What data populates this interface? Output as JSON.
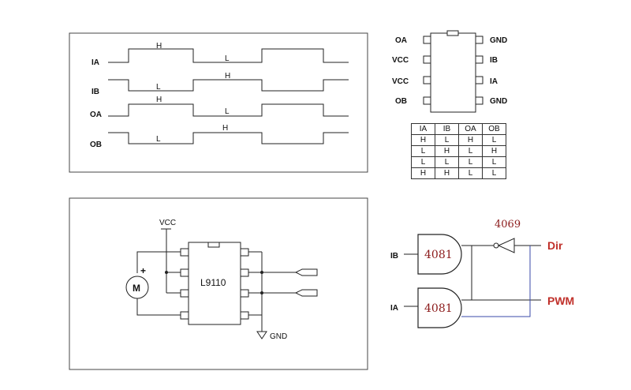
{
  "waveform": {
    "signals": [
      {
        "name": "IA",
        "levels": [
          "H",
          "L"
        ]
      },
      {
        "name": "IB",
        "levels": [
          "L",
          "H"
        ]
      },
      {
        "name": "OA",
        "levels": [
          "H",
          "L"
        ]
      },
      {
        "name": "OB",
        "levels": [
          "L",
          "H"
        ]
      }
    ]
  },
  "chip_pinout": {
    "left_pins": [
      "OA",
      "VCC",
      "VCC",
      "OB"
    ],
    "right_pins": [
      "GND",
      "IB",
      "IA",
      "GND"
    ]
  },
  "truth_table": {
    "headers": [
      "IA",
      "IB",
      "OA",
      "OB"
    ],
    "rows": [
      [
        "H",
        "L",
        "H",
        "L"
      ],
      [
        "L",
        "H",
        "L",
        "H"
      ],
      [
        "L",
        "L",
        "L",
        "L"
      ],
      [
        "H",
        "H",
        "L",
        "L"
      ]
    ]
  },
  "motor_circuit": {
    "vcc_label": "VCC",
    "chip_label": "L9110",
    "motor_label": "M",
    "plus_label": "+",
    "gnd_label": "GND"
  },
  "logic_circuit": {
    "input_ib": "IB",
    "input_ia": "IA",
    "gate1": "4081",
    "gate2": "4081",
    "inverter": "4069",
    "out_dir": "Dir",
    "out_pwm": "PWM",
    "colors": {
      "wire": "#222222",
      "blue_wire": "#3a4aa8",
      "label_red": "#c0302a"
    }
  }
}
